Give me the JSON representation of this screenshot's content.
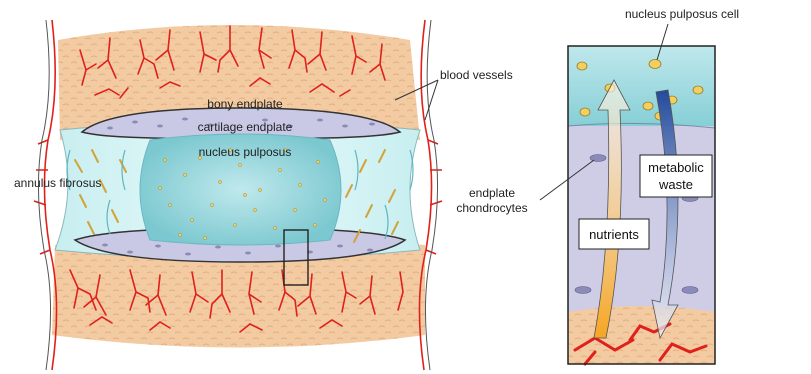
{
  "labels": {
    "bony_endplate": "bony endplate",
    "cartilage_endplate": "cartilage endplate",
    "nucleus_pulposus": "nucleus pulposus",
    "annulus_fibrosus": "annulus fibrosus",
    "blood_vessels": "blood vessels",
    "nucleus_pulposus_cell": "nucleus pulposus cell",
    "endplate_chondrocytes_line1": "endplate",
    "endplate_chondrocytes_line2": "chondrocytes",
    "nutrients": "nutrients",
    "metabolic_waste_line1": "metabolic",
    "metabolic_waste_line2": "waste"
  },
  "colors": {
    "bone_fill": "#f2c9a0",
    "bone_texture": "#e8b27e",
    "vessel_red": "#e0201a",
    "cartilage_fill": "#c9c9e6",
    "cartilage_cell": "#8b8bb8",
    "annulus_fill": "#dff6f6",
    "nucleus_fill": "#9fd8dd",
    "cell_yellow": "#f0d060",
    "nutrients_arrow": "#f5a623",
    "waste_arrow": "#2f58a8",
    "panel_top": "#8ed6dc",
    "panel_mid": "#cfcde6",
    "outline": "#333333"
  }
}
